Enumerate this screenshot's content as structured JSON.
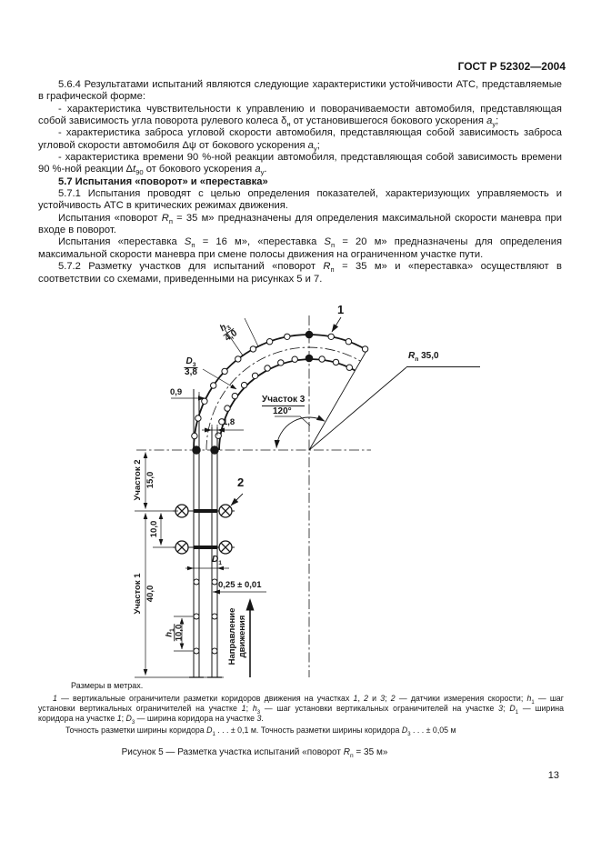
{
  "header": {
    "standard": "ГОСТ Р 52302—2004"
  },
  "body": {
    "paragraphs": [
      {
        "text": "5.6.4 Результатами испытаний являются следующие характеристики устойчивости АТС, представляемые в графической форме:"
      },
      {
        "text": "- характеристика чувствительности к управлению и поворачиваемости автомобиля, представляющая собой зависимость угла поворота рулевого колеса δ~н~ от установившегося бокового ускорения *a*~y~;"
      },
      {
        "text": "- характеристика заброса угловой скорости автомобиля, представляющая собой зависимость заброса угловой скорости автомобиля Δψ от бокового ускорения *a*~y~;"
      },
      {
        "text": "- характеристика времени 90 %-ной реакции автомобиля, представляющая собой зависимость времени 90 %-ной реакции Δ*t*~90~ от бокового ускорения *a*~y~."
      },
      {
        "text": "5.7 Испытания «поворот» и «переставка»"
      },
      {
        "text": "5.7.1 Испытания проводят с целью определения показателей, характеризующих управляемость и устойчивость АТС в критических режимах движения."
      },
      {
        "text": "Испытания «поворот *R*~п~ = 35 м» предназначены для определения максимальной скорости маневра при входе в поворот."
      },
      {
        "text": "Испытания «переставка *S*~п~ = 16 м», «переставка *S*~п~ = 20 м» предназначены для определения максимальной скорости маневра при смене полосы движения на ограниченном участке пути."
      },
      {
        "text": "5.7.2 Разметку участков для испытаний «поворот *R*~п~ = 35 м» и «переставка» осуществляют в соответствии со схемами, приведенными на рисунках 5 и 7."
      }
    ]
  },
  "figure": {
    "callouts": {
      "limiter": "1",
      "sensor": "2"
    },
    "labels": {
      "radius": "*R*~п~ 35,0",
      "section3": "Участок 3",
      "angle_120": "120°",
      "section2": "Участок 2",
      "section2_len": "15,0",
      "section1": "Участок 1",
      "section1_len": "40,0",
      "sensor_gap": "10,0",
      "h1_sym": "*h*~1~",
      "h1_val": "10,0",
      "h3_sym": "*h*~3~",
      "h3_val": "4,0",
      "d1": "*D*~1~",
      "d3_sym": "*D*~3~",
      "d3_val": "3,8",
      "line_width": "0,25 ± 0,01",
      "offset_outer": "0,9",
      "offset_inner": "1,8",
      "direction_line1": "Направление",
      "direction_line2": "движения"
    },
    "notes": {
      "units": "Размеры в метрах.",
      "legend": "*1* — вертикальные ограничители разметки коридоров движения на участках *1*, *2* и *3*; *2* — датчики измерения скорости; *h*~1~ — шаг установки вертикальных ограничителей на участке *1*; *h*~3~ — шаг установки вертикальных ограничителей на участке *3*; *D*~1~ — ширина коридора на участке *1*; *D*~3~ — ширина коридора на участке *3*.",
      "tolerance": "Точность разметки ширины коридора *D*~1~ . . . ± 0,1 м. Точность разметки ширины коридора *D*~3~ . . . ± 0,05 м",
      "caption": "Рисунок 5 — Разметка участка испытаний «поворот *R*~п~ = 35 м»"
    }
  },
  "footer": {
    "page_number": "13"
  }
}
